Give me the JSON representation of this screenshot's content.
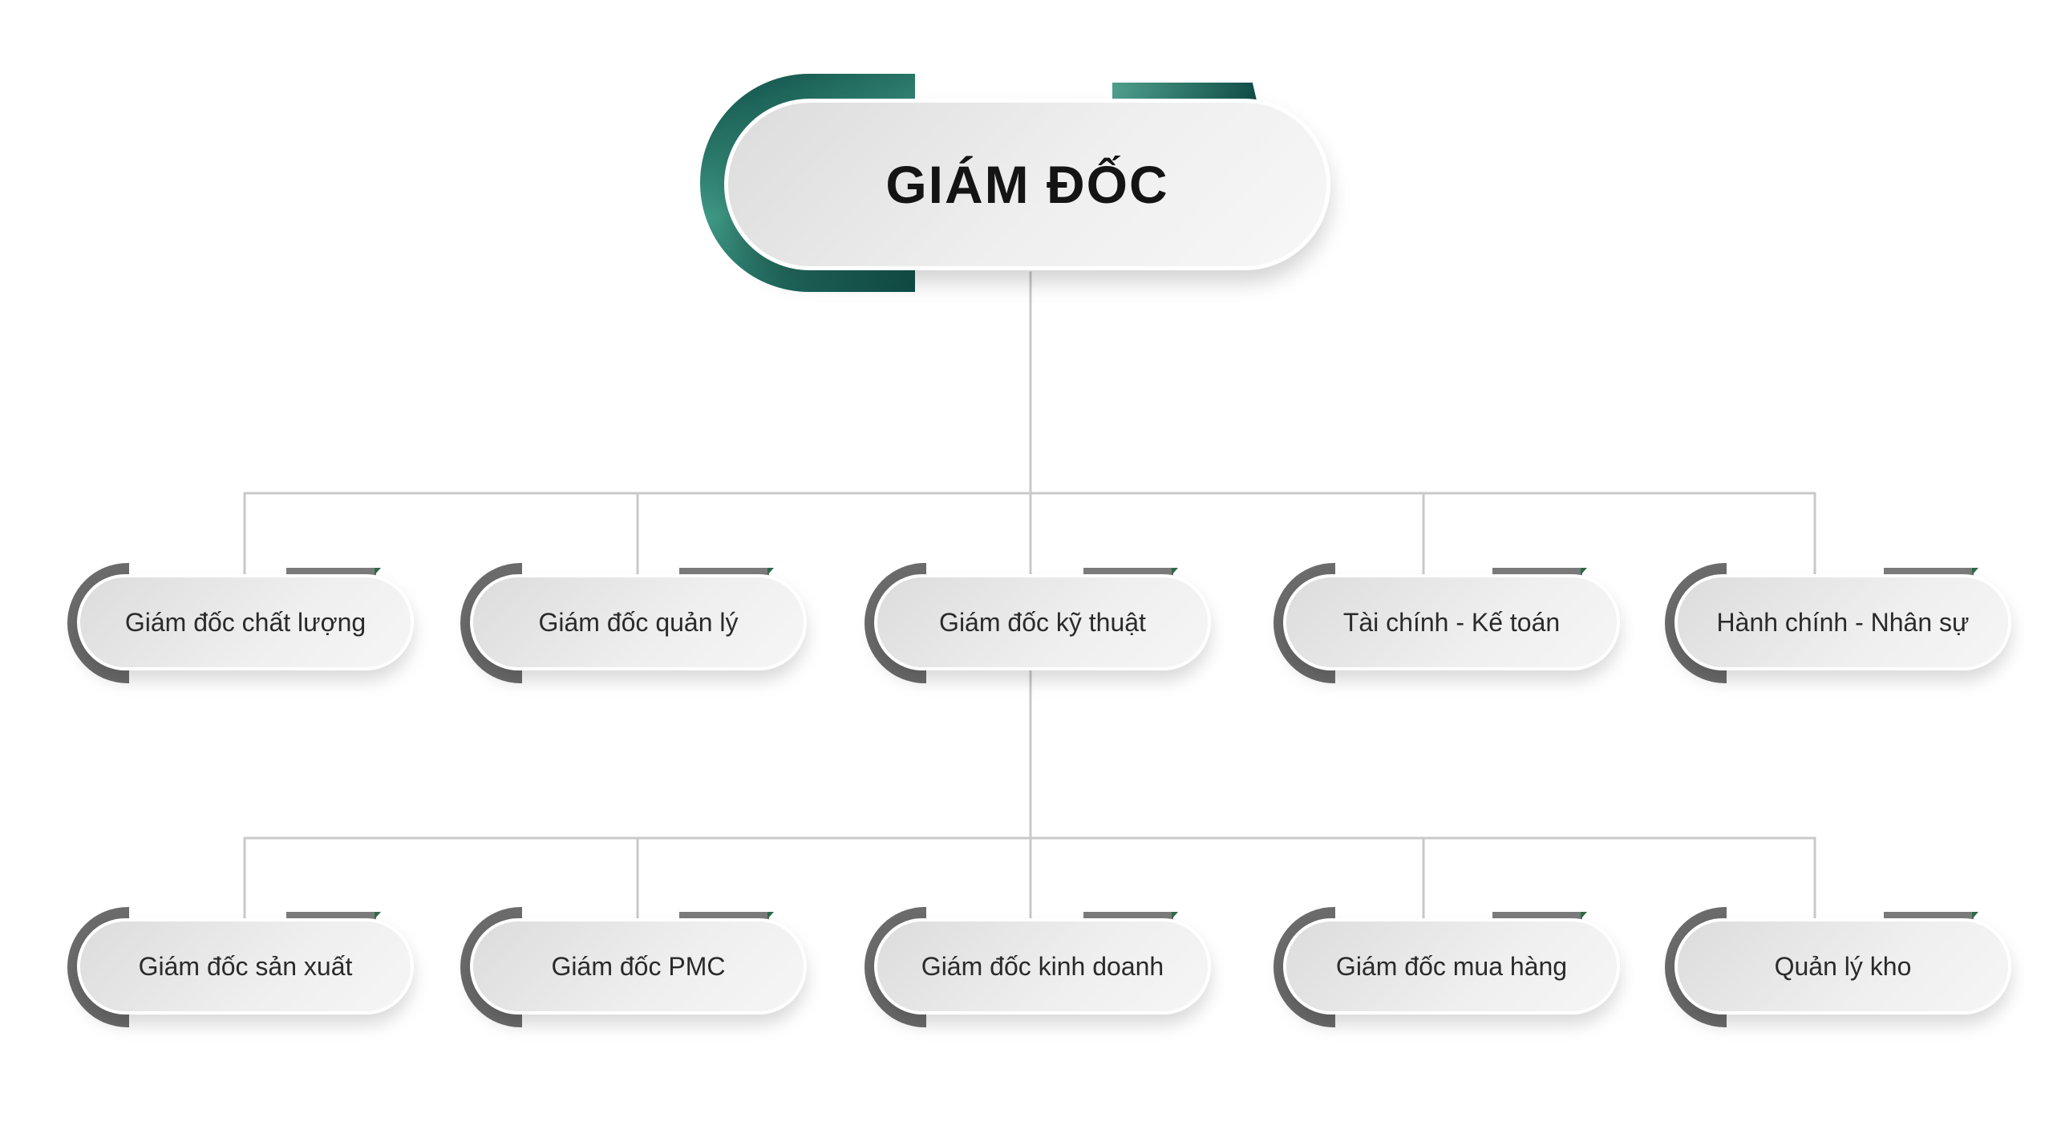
{
  "top": {
    "title": "GIÁM ĐỐC"
  },
  "level1": [
    {
      "label": "Giám đốc chất lượng"
    },
    {
      "label": "Giám đốc quản lý"
    },
    {
      "label": "Giám đốc kỹ thuật"
    },
    {
      "label": "Tài chính - Kế toán"
    },
    {
      "label": "Hành chính - Nhân sự"
    }
  ],
  "level2": [
    {
      "label": "Giám đốc sản xuất"
    },
    {
      "label": "Giám đốc PMC"
    },
    {
      "label": "Giám đốc kinh doanh"
    },
    {
      "label": "Giám đốc mua hàng"
    },
    {
      "label": "Quản lý kho"
    }
  ],
  "colors": {
    "accent_dark_teal": "#0e4b45",
    "accent_teal": "#3f9985",
    "node_gray": "#6b6b6b",
    "connector": "#c9c9c9"
  }
}
